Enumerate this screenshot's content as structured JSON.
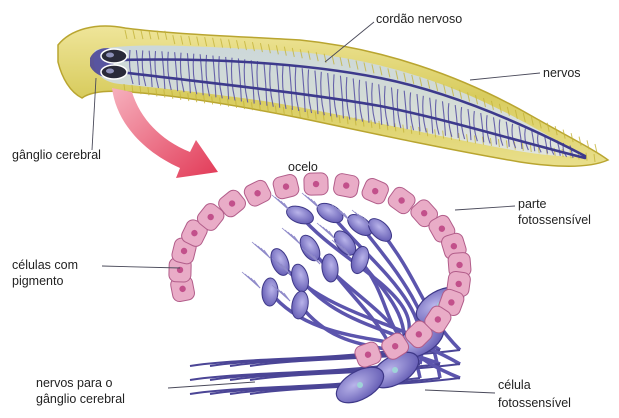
{
  "labels": {
    "cordao_nervoso": "cordão nervoso",
    "nervos": "nervos",
    "ganglio_cerebral": "gânglio cerebral",
    "ocelo": "ocelo",
    "parte_fotossensivel_1": "parte",
    "parte_fotossensivel_2": "fotossensível",
    "celulas_pigmento_1": "células com",
    "celulas_pigmento_2": "pigmento",
    "nervos_ganglio_1": "nervos para o",
    "nervos_ganglio_2": "gânglio cerebral",
    "celula_foto_1": "célula",
    "celula_foto_2": "fotossensível"
  },
  "colors": {
    "body_fill": "#e8dc7a",
    "body_outline": "#c9b53a",
    "nerve": "#3d3a8c",
    "nerve_light": "#6a64b0",
    "pigment_cell": "#e7a9c4",
    "pigment_nucleus": "#c2508b",
    "photo_cell": "#7b74c8",
    "arrow": "#e8415c"
  }
}
